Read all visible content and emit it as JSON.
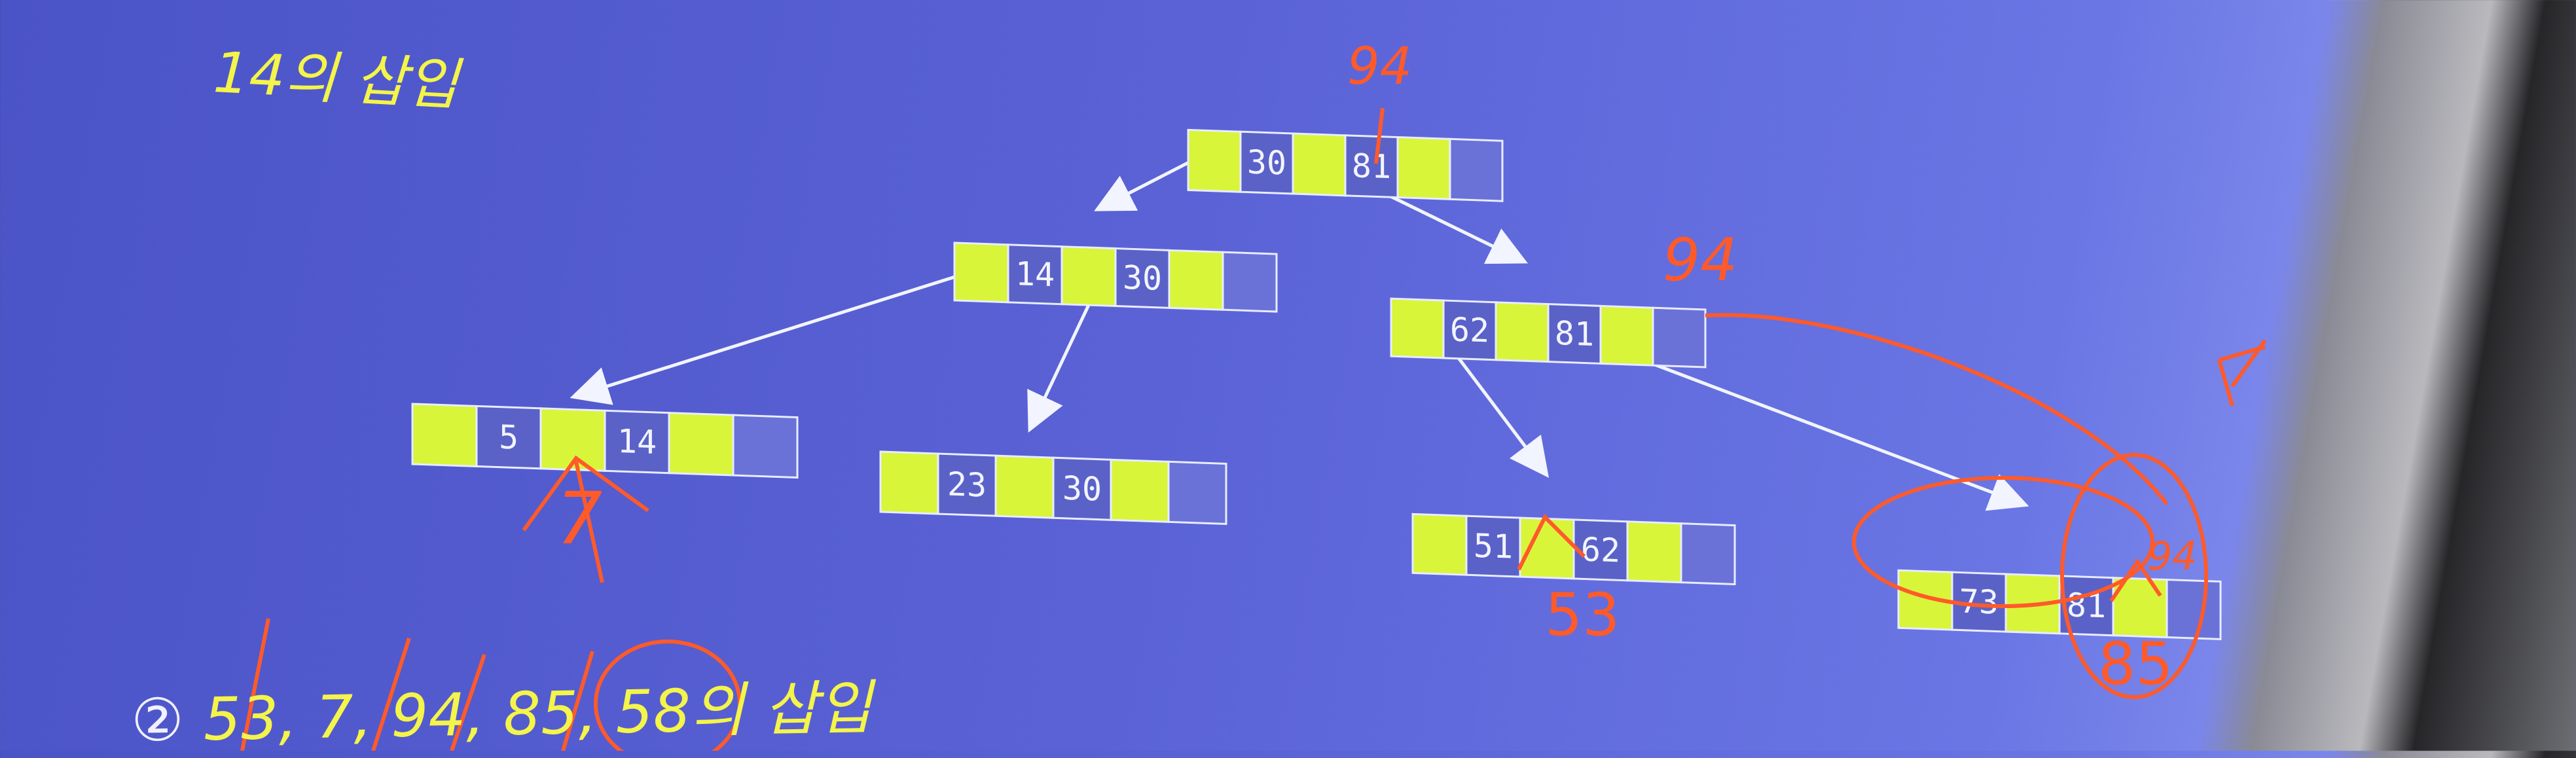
{
  "title": "14의 삽입",
  "bottom": {
    "marker": "②",
    "text": "53, 7, 94, 85, 58의 삽입"
  },
  "tree": {
    "root": {
      "keys": [
        "30",
        "81"
      ]
    },
    "level1": [
      {
        "keys": [
          "14",
          "30"
        ]
      },
      {
        "keys": [
          "62",
          "81"
        ]
      }
    ],
    "level2": [
      {
        "keys": [
          "5",
          "14"
        ]
      },
      {
        "keys": [
          "23",
          "30"
        ]
      },
      {
        "keys": [
          "51",
          "62"
        ]
      },
      {
        "keys": [
          "73",
          "81"
        ]
      }
    ]
  },
  "annotations": {
    "root_note": "94",
    "right_node_note": "94",
    "leaf_right_extra": "94",
    "leaf_right_below": "85",
    "leaf_mid_below": "53",
    "leaf_left_below": "7"
  },
  "colors": {
    "slot": "#d8f53a",
    "key_cell": "#5a62c8",
    "empty_cell": "#6a72d8",
    "arrow": "#f2f4ff",
    "title": "#f4f44a",
    "ink": "#ff5a2a"
  }
}
